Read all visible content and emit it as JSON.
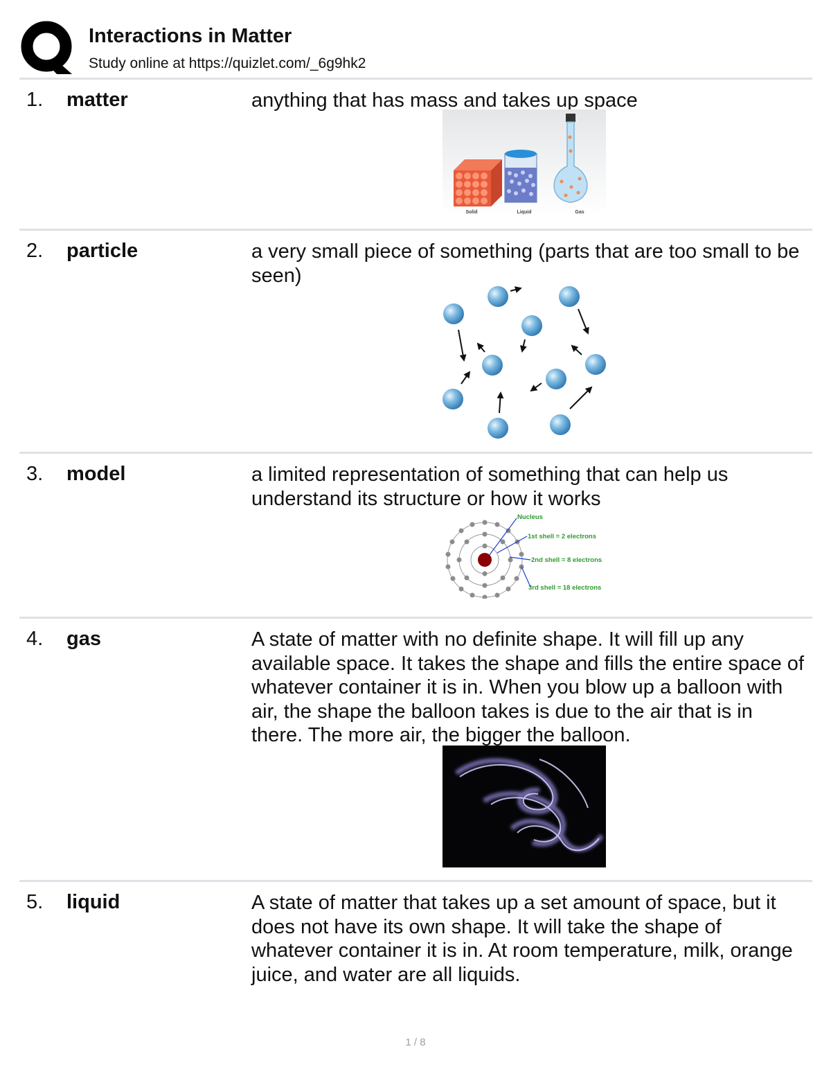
{
  "header": {
    "title": "Interactions in Matter",
    "subtitle": "Study online at https://quizlet.com/_6g9hk2"
  },
  "cards": [
    {
      "number": "1.",
      "term": "matter",
      "definition": "anything that has mass and takes up space",
      "image_labels": [
        "Solid",
        "Liquid",
        "Gas"
      ]
    },
    {
      "number": "2.",
      "term": "particle",
      "definition": "a very small piece of something (parts that are too small to be seen)"
    },
    {
      "number": "3.",
      "term": "model",
      "definition": "a limited representation of something that can help us understand its structure or how it works",
      "image_labels": [
        "Nucleus",
        "1st shell = 2 electrons",
        "2nd shell = 8 electrons",
        "3rd shell = 18 electrons"
      ]
    },
    {
      "number": "4.",
      "term": "gas",
      "definition": "A state of matter with no definite shape. It will fill up any available space. It takes the shape and fills the entire space of whatever container it is in. When you blow up a balloon with air, the shape the balloon takes is due to the air that is in there. The more air, the bigger the balloon."
    },
    {
      "number": "5.",
      "term": "liquid",
      "definition": "A state of matter that takes up a set amount of space, but it does not have its own shape. It will take the shape of whatever container it is in. At room temperature, milk, orange juice, and water are all liquids."
    }
  ],
  "footer": {
    "page": "1 / 8"
  },
  "colors": {
    "rule": "#dfe1e6",
    "diagram_label": "#2e9a2e",
    "nucleus": "#8b0000"
  }
}
